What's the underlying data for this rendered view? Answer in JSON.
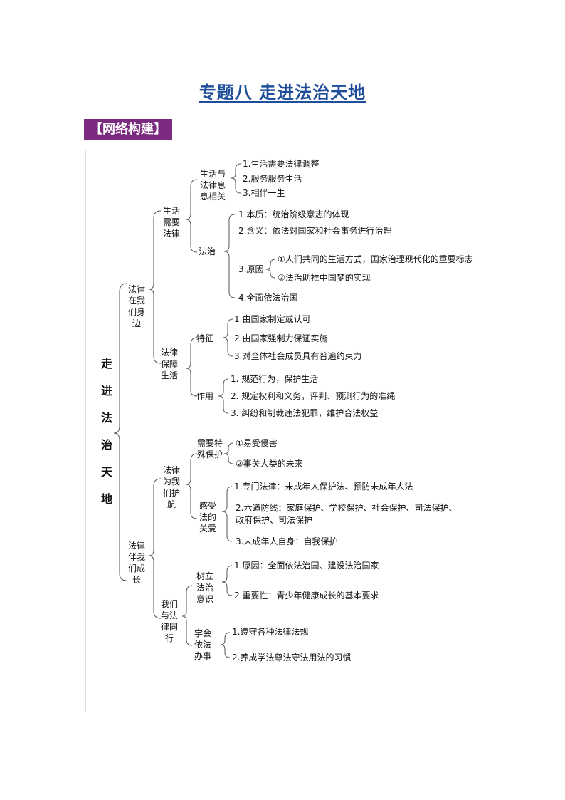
{
  "title": "专题八  走进法治天地",
  "section_tag": "【网络构建】",
  "root": [
    "走",
    "进",
    "法",
    "治",
    "天",
    "地"
  ],
  "branch1": {
    "label": "法律在我们身边",
    "sub1": {
      "label": "生活需要法律",
      "a": {
        "label": "生活与法律息息相关",
        "items": [
          "1.生活需要法律调整",
          "2.服务服务生活",
          "3.相伴一生"
        ]
      },
      "b": {
        "label": "法治",
        "items": [
          "1.本质：统治阶级意志的体现",
          "2.含义：依法对国家和社会事务进行治理",
          "3.原因",
          "4.全面依法治国"
        ],
        "reasons": [
          "①人们共同的生活方式，国家治理现代化的重要标志",
          "②法治助推中国梦的实现"
        ]
      }
    },
    "sub2": {
      "label": "法律保障生活",
      "a": {
        "label": "特征",
        "items": [
          "1.由国家制定或认可",
          "2.由国家强制力保证实施",
          "3.对全体社会成员具有普遍约束力"
        ]
      },
      "b": {
        "label": "作用",
        "items": [
          "1.  规范行为，保护生活",
          "2.   规定权利和义务，评判、预测行为的准绳",
          "3.  纠纷和制裁违法犯罪，维护合法权益"
        ]
      }
    }
  },
  "branch2": {
    "label": "法律伴我们成长",
    "sub1": {
      "label": "法律为我们护航",
      "a": {
        "label": "需要特殊保护",
        "items": [
          "①易受侵害",
          "②事关人类的未来"
        ]
      },
      "b": {
        "label": "感受法的关爱",
        "items": [
          "1.专门法律：未成年人保护法、预防未成年人法",
          "2.六道防线：家庭保护、学校保护、社会保护、司法保护、",
          "政府保护、司法保护",
          "3.未成年人自身：自我保护"
        ]
      }
    },
    "sub2": {
      "label": "我们与法律同行",
      "a": {
        "label": "树立法治意识",
        "items": [
          "1.原因：全面依法治国、建设法治国家",
          "2.重要性：青少年健康成长的基本要求"
        ]
      },
      "b": {
        "label": "学会依法办事",
        "items": [
          "1.遵守各种法律法规",
          "2.养成学法尊法守法用法的习惯"
        ]
      }
    }
  }
}
